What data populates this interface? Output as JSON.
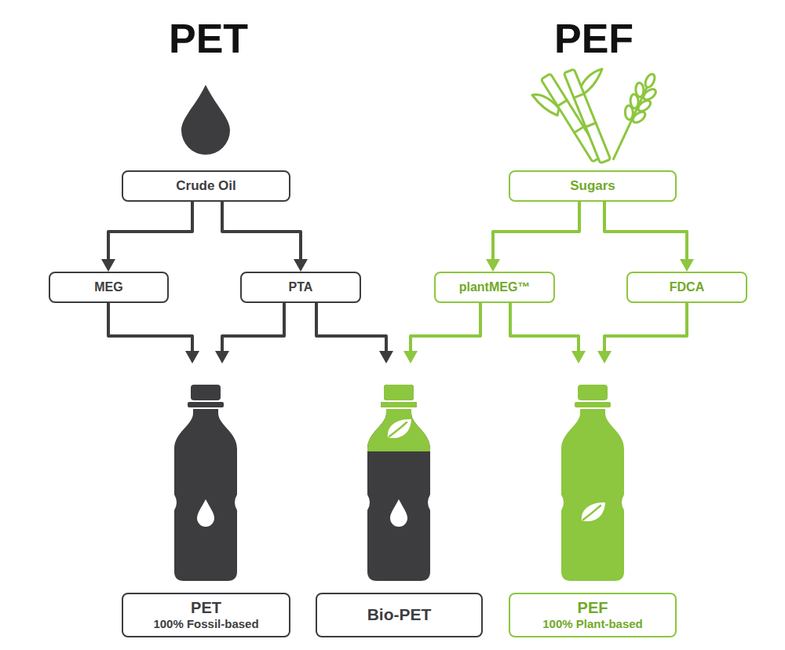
{
  "diagram": {
    "nodes": [
      {
        "text": [
          "Crude Oil"
        ]
      },
      {
        "text": [
          "Sugars"
        ]
      },
      {
        "text": [
          "MEG"
        ]
      },
      {
        "text": [
          "PTA"
        ]
      },
      {
        "text": [
          "plantMEG™"
        ]
      },
      {
        "text": [
          "FDCA"
        ]
      },
      {
        "text": [
          "PET",
          "100% Fossil-based"
        ]
      },
      {
        "text": [
          "Bio-PET"
        ]
      },
      {
        "text": [
          "PEF",
          "100% Plant-based"
        ]
      }
    ],
    "edges": [
      {
        "from": 0,
        "to": 2,
        "arrow": "to"
      },
      {
        "from": 0,
        "to": 3,
        "arrow": "to"
      },
      {
        "from": 1,
        "to": 4,
        "arrow": "to"
      },
      {
        "from": 1,
        "to": 5,
        "arrow": "to"
      },
      {
        "from": 2,
        "to": 6,
        "arrow": "to"
      },
      {
        "from": 3,
        "to": 6,
        "arrow": "to"
      },
      {
        "from": 3,
        "to": 7,
        "arrow": "to"
      },
      {
        "from": 4,
        "to": 7,
        "arrow": "to"
      },
      {
        "from": 4,
        "to": 8,
        "arrow": "to"
      },
      {
        "from": 5,
        "to": 8,
        "arrow": "to"
      }
    ],
    "labels": [
      "PET",
      "PEF"
    ]
  }
}
